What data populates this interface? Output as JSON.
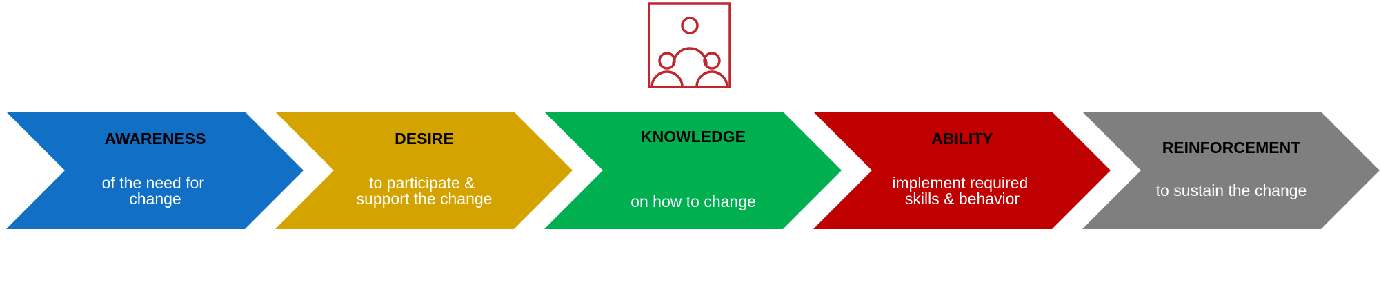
{
  "icon": {
    "name": "people-group-icon",
    "color": "#C0272D"
  },
  "stages": [
    {
      "title": "AWARENESS",
      "description": [
        "of the need for",
        "change"
      ],
      "color": "#1170C5"
    },
    {
      "title": "DESIRE",
      "description": [
        "to participate &",
        "support the change"
      ],
      "color": "#D4A300"
    },
    {
      "title": "KNOWLEDGE",
      "description": [
        "on how to change"
      ],
      "color": "#00B050"
    },
    {
      "title": "ABILITY",
      "description": [
        "implement required",
        "skills & behavior"
      ],
      "color": "#C00000"
    },
    {
      "title": "REINFORCEMENT",
      "description": [
        "to sustain the change"
      ],
      "color": "#7F7F7F"
    }
  ]
}
